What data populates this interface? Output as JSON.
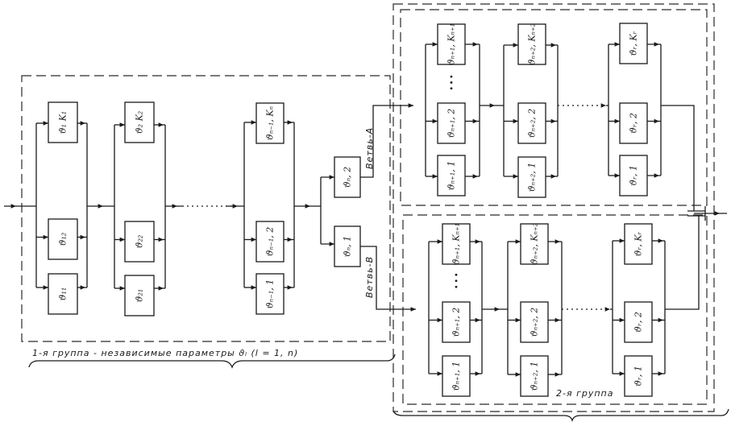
{
  "diagram": {
    "type": "block-diagram",
    "group1": {
      "caption": "1-я группа - независимые параметры ϑₗ (l = 1, n)",
      "columns": [
        {
          "top": "ϑ₁ K₁",
          "mid": "ϑ₁₂",
          "bot": "ϑ₁₁"
        },
        {
          "top": "ϑ₂ K₂",
          "mid": "ϑ₂₂",
          "bot": "ϑ₂₁"
        },
        {
          "top": "ϑₙ₋₁, Kₙ",
          "mid": "ϑₙ₋₁, 2",
          "bot": "ϑₙ₋₁, 1"
        }
      ],
      "split": {
        "upper": "ϑₙ, 2",
        "lower": "ϑₙ, 1"
      }
    },
    "branch_a_label": "Ветвь-А",
    "branch_b_label": "Ветвь-В",
    "group2": {
      "caption": "2-я группа",
      "branch_a_columns": [
        {
          "top": "ϑₙ₊₁, Kₙ₊₁",
          "mid": "ϑₙ₊₁, 2",
          "bot": "ϑₙ₊₁, 1"
        },
        {
          "top": "ϑₙ₊₂, Kₙ₊₂",
          "mid": "ϑₙ₊₂, 2",
          "bot": "ϑₙ₊₂, 1"
        },
        {
          "top": "ϑᵣ, Kᵣ",
          "mid": "ϑᵣ, 2",
          "bot": "ϑᵣ, 1"
        }
      ],
      "branch_b_columns": [
        {
          "top": "ϑₙ₊₁, Kₙ₊₁",
          "mid": "ϑₙ₊₁, 2",
          "bot": "ϑₙ₊₁, 1"
        },
        {
          "top": "ϑₙ₊₂, Kₙ₊₂",
          "mid": "ϑₙ₊₂, 2",
          "bot": "ϑₙ₊₂, 1"
        },
        {
          "top": "ϑᵣ, Kᵣ",
          "mid": "ϑᵣ, 2",
          "bot": "ϑᵣ, 1"
        }
      ]
    }
  }
}
